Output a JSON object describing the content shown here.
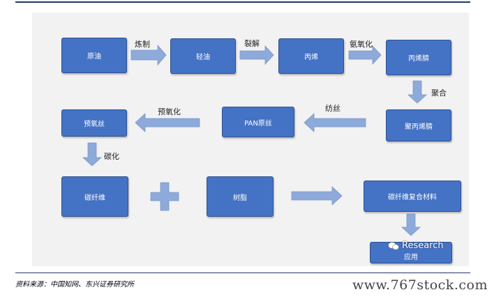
{
  "nodes": {
    "crude_oil": "原油",
    "light_oil": "轻油",
    "propylene": "丙烯",
    "acrylonitrile": "丙烯腈",
    "polyacrylonitrile": "聚丙烯腈",
    "pan_precursor": "PAN原丝",
    "preoxidized_fiber": "预氧丝",
    "carbon_fiber": "碳纤维",
    "resin": "树脂",
    "composite": "碳纤维复合材料",
    "application": "应用"
  },
  "edges": {
    "refine": "炼制",
    "crack": "裂解",
    "ammoxidation": "氨氧化",
    "polymerize": "聚合",
    "spin": "纺丝",
    "preoxidize": "预氧化",
    "carbonize": "碳化"
  },
  "footer": {
    "source": "资料来源：中国知网、东兴证券研究所",
    "site": "www.767stock.com"
  },
  "watermark": {
    "text": "Research",
    "icon": "wechat-icon"
  },
  "colors": {
    "node_fill": "#4472c4",
    "arrow_fill": "#8eaadb",
    "rule": "#1f3864"
  }
}
